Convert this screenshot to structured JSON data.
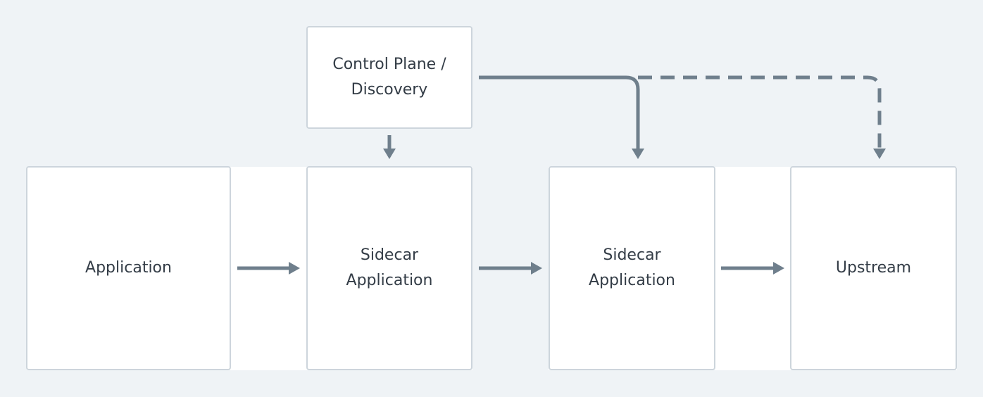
{
  "diagram": {
    "nodes": [
      {
        "id": "control-plane",
        "label": "Control Plane /\nDiscovery"
      },
      {
        "id": "application",
        "label": "Application"
      },
      {
        "id": "sidecar-1",
        "label": "Sidecar\nApplication"
      },
      {
        "id": "sidecar-2",
        "label": "Sidecar\nApplication"
      },
      {
        "id": "upstream",
        "label": "Upstream"
      }
    ],
    "edges": [
      {
        "from": "application",
        "to": "sidecar-1",
        "style": "solid"
      },
      {
        "from": "sidecar-1",
        "to": "sidecar-2",
        "style": "solid"
      },
      {
        "from": "sidecar-2",
        "to": "upstream",
        "style": "solid"
      },
      {
        "from": "control-plane",
        "to": "sidecar-1",
        "style": "solid"
      },
      {
        "from": "control-plane",
        "to": "sidecar-2",
        "style": "solid"
      },
      {
        "from": "control-plane",
        "to": "upstream",
        "style": "dashed"
      }
    ],
    "colors": {
      "background": "#eff3f6",
      "box_fill": "#ffffff",
      "box_border": "#cdd5dc",
      "text": "#333c46",
      "connector": "#6f7f8c"
    }
  }
}
